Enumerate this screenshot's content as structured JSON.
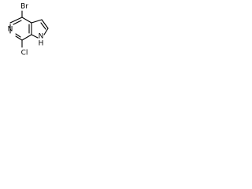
{
  "molecule": {
    "atoms": {
      "bromine": "Br",
      "chlorine": "Cl",
      "ring_nitrogen": "N",
      "pyrrole_nitrogen": "N",
      "pyrrole_hydrogen": "H"
    },
    "colors": {
      "bond": "#000000",
      "label": "#000000",
      "background": "#ffffff"
    }
  }
}
